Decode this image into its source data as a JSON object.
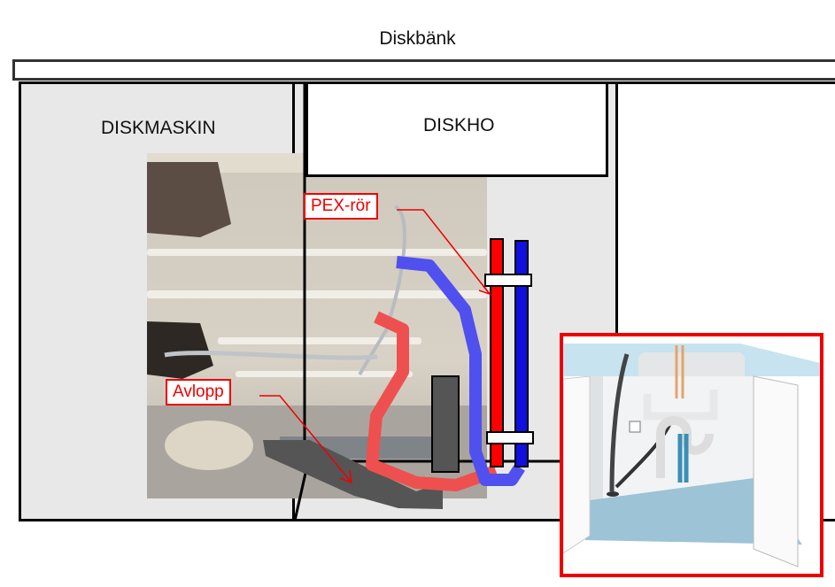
{
  "diagram": {
    "title": "Diskbänk",
    "labels": {
      "dishwasher": "DISKMASKIN",
      "sink": "DISKHO"
    },
    "callouts": [
      {
        "id": "pex",
        "text": "PEX-rör",
        "color": "#e00000"
      },
      {
        "id": "drain",
        "text": "Avlopp",
        "color": "#e00000"
      }
    ],
    "pipes": [
      {
        "name": "hot-water",
        "color": "#ff0000"
      },
      {
        "name": "cold-water",
        "color": "#1010e0"
      },
      {
        "name": "hot-route-overlay",
        "color": "#ee5050"
      },
      {
        "name": "cold-route-overlay",
        "color": "#5050ee"
      },
      {
        "name": "drain-pipe",
        "color": "#555555"
      }
    ],
    "colors": {
      "cabinet_fill": "#e8e8e8",
      "outline": "#000000",
      "highlight": "#e00000",
      "floor_blue": "#9cc3d6"
    }
  }
}
